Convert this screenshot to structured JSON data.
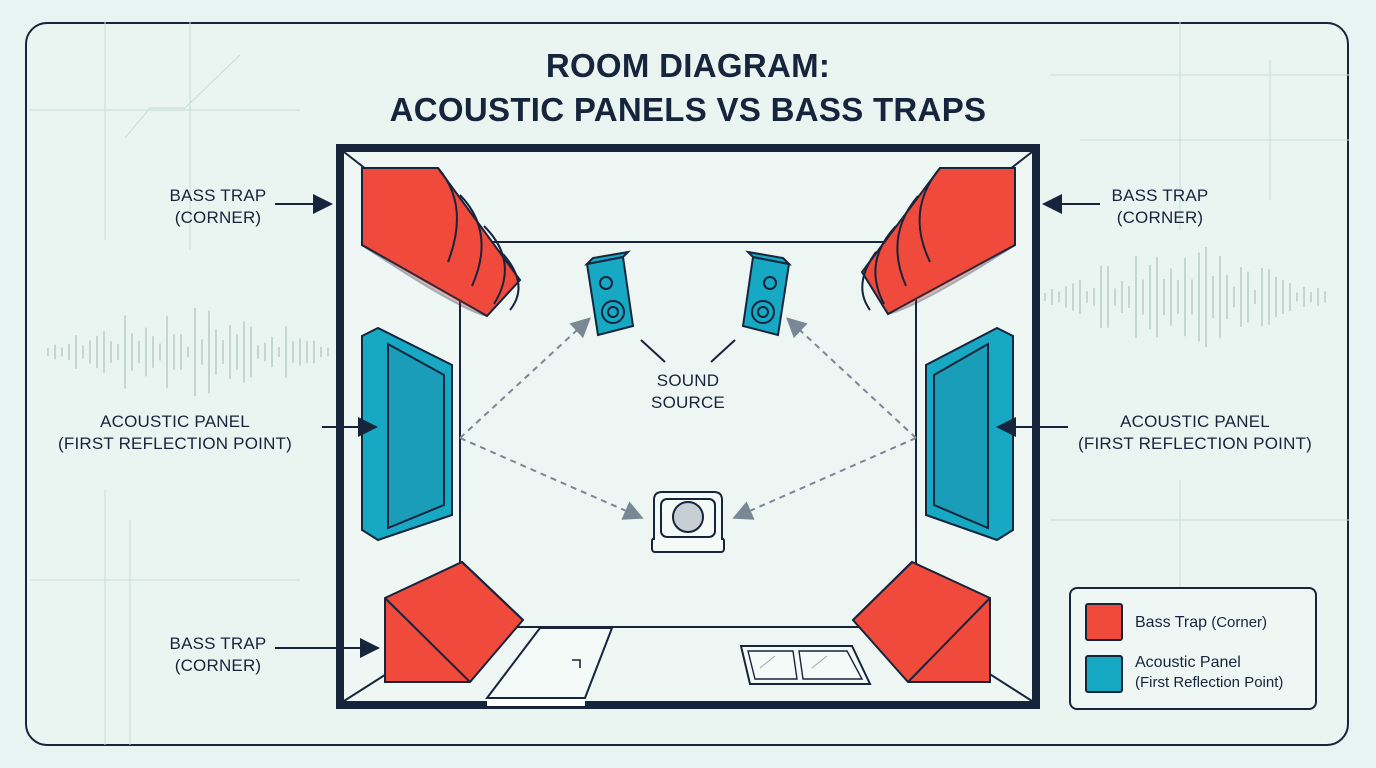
{
  "title": {
    "line1": "ROOM DIAGRAM:",
    "line2": "ACOUSTIC PANELS VS BASS TRAPS"
  },
  "labels": {
    "bass_trap_top_left": {
      "line1": "BASS TRAP",
      "line2": "(CORNER)"
    },
    "bass_trap_top_right": {
      "line1": "BASS TRAP",
      "line2": "(CORNER)"
    },
    "bass_trap_bottom_left": {
      "line1": "BASS TRAP",
      "line2": "(CORNER)"
    },
    "acoustic_panel_left": {
      "line1": "ACOUSTIC PANEL",
      "line2": "(FIRST REFLECTION POINT)"
    },
    "acoustic_panel_right": {
      "line1": "ACOUSTIC PANEL",
      "line2": "(FIRST REFLECTION POINT)"
    },
    "sound_source": {
      "line1": "SOUND",
      "line2": "SOURCE"
    }
  },
  "legend": {
    "items": [
      {
        "name": "Bass Trap",
        "detail": "(Corner)",
        "color": "#f04a3c"
      },
      {
        "name": "Acoustic Panel",
        "detail": "(First Reflection Point)",
        "color": "#17a8c4"
      }
    ]
  },
  "colors": {
    "ink": "#16243c",
    "bass_trap": "#f04a3c",
    "acoustic_panel": "#17a8c4",
    "background": "#e8f4f1",
    "arrow": "#7a8794"
  }
}
